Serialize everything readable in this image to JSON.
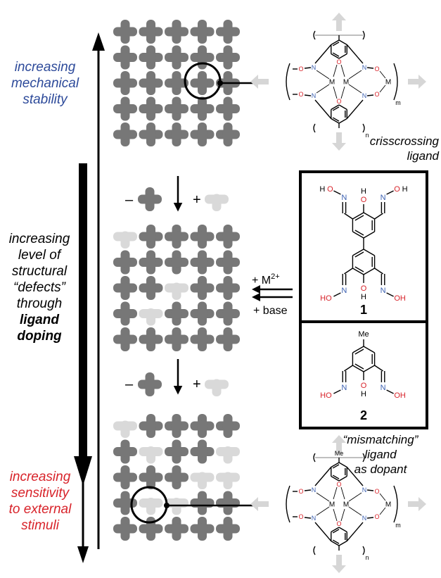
{
  "labels": {
    "mechanical": [
      "increasing",
      "mechanical",
      "stability"
    ],
    "defects": [
      "increasing",
      "level of",
      "structural",
      "“defects”",
      "through"
    ],
    "doping": [
      "ligand",
      "doping"
    ],
    "sensitivity": [
      "increasing",
      "sensitivity",
      "to external",
      "stimuli"
    ],
    "crisscrossing": [
      "crisscrossing",
      "ligand"
    ],
    "mismatching": [
      "“mismatching”",
      "ligand",
      "as dopant"
    ]
  },
  "reagents": {
    "metal": "+ M",
    "metal_charge": "2+",
    "base": "+ base",
    "minus": "–",
    "plus": "+"
  },
  "compounds": {
    "c1": "1",
    "c2": "2"
  },
  "atoms": {
    "N": "N",
    "O": "O",
    "H": "H",
    "M": "M",
    "Me": "Me",
    "HO": "HO",
    "OH": "OH",
    "n": "n",
    "m": "m"
  },
  "colors": {
    "blue_label": "#2d4a9a",
    "red_label": "#d8232a",
    "dark_piece": "#777777",
    "light_piece": "#d9d9d9",
    "nitrogen": "#3a5fb0",
    "oxygen": "#d8232a",
    "arrow_gray": "#d6d6d6"
  }
}
